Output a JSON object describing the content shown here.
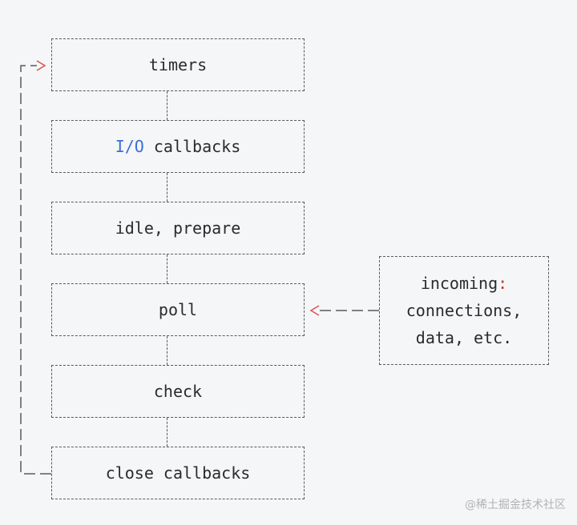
{
  "diagram": {
    "phases": [
      {
        "id": "timers",
        "label": "timers"
      },
      {
        "id": "io",
        "label_prefix": "I/O",
        "label_rest": " callbacks"
      },
      {
        "id": "idle",
        "label": "idle, prepare"
      },
      {
        "id": "poll",
        "label": "poll"
      },
      {
        "id": "check",
        "label": "check"
      },
      {
        "id": "close",
        "label": "close callbacks"
      }
    ],
    "incoming": {
      "title": "incoming",
      "title_colon": ":",
      "line2": "connections,",
      "line3": "data, etc."
    },
    "colors": {
      "border": "#5a5a5a",
      "arrow_red": "#d9534f",
      "io_blue": "#3b6fd6",
      "text": "#2b2b2b"
    }
  },
  "watermark": "@稀土掘金技术社区"
}
